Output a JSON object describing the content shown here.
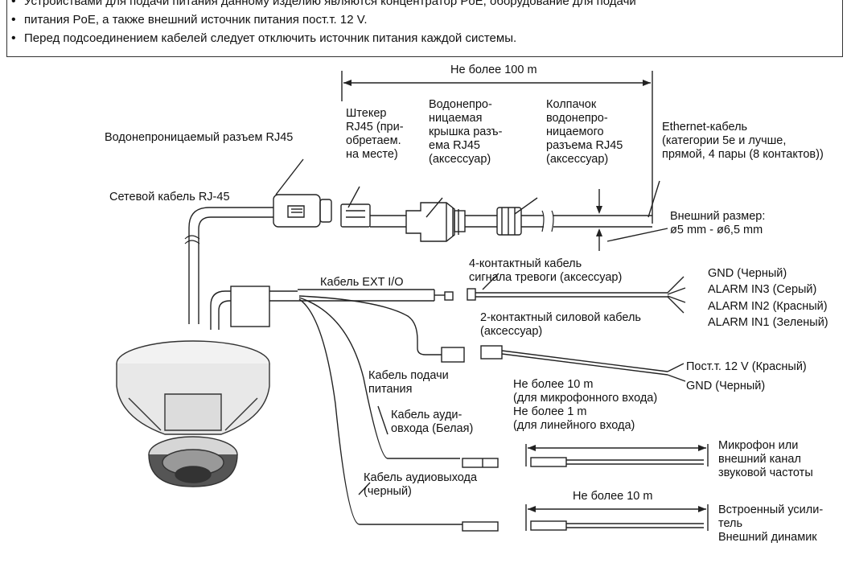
{
  "notes": {
    "line1": "Устройствами для подачи питания данному изделию являются концентратор PoE, оборудование для подачи",
    "line2": "питания PoE, а также внешний источник питания пост.т. 12 V.",
    "line3": "Перед подсоединением кабелей следует отключить источник питания каждой системы."
  },
  "labels": {
    "max100": "Не более 100 m",
    "rj45_conn": "Водонепроницаемый разъем RJ45",
    "net_cable": "Сетевой кабель RJ-45",
    "plug": "Штекер\nRJ45 (при-\nобретаем.\nна месте)",
    "cover": "Водонепро-\nницаемая\nкрышка разъ-\nема RJ45\n(аксессуар)",
    "cap": "Колпачок\nводонепро-\nницаемого\nразъема RJ45\n(аксессуар)",
    "ethernet": "Ethernet-кабель\n(категории 5e и лучше,\nпрямой, 4 пары (8 контактов))",
    "outer_size": "Внешний размер:\nø5 mm - ø6,5 mm",
    "alarm_cable": "4-контактный кабель\nсигнала тревоги (аксессуар)",
    "ext_io": "Кабель EXT I/O",
    "gnd_black": "GND (Черный)",
    "alarm_in3": "ALARM IN3 (Серый)",
    "alarm_in2": "ALARM IN2 (Красный)",
    "alarm_in1": "ALARM IN1 (Зеленый)",
    "power_cable2": "2-контактный силовой кабель\n(аксессуар)",
    "dc12_red": "Пост.т. 12 V (Красный)",
    "gnd_black2": "GND (Черный)",
    "power_cable": "Кабель подачи\nпитания",
    "max10_mic": "Не более 10 m\n(для микрофонного входа)\nНе более 1 m\n(для линейного входа)",
    "audio_in": "Кабель ауди-\nовхода (Белая)",
    "mic": "Микрофон или\nвнешний канал\nзвуковой частоты",
    "audio_out": "Кабель аудиовыхода\n(черный)",
    "max10": "Не более 10 m",
    "amp": "Встроенный усили-\nтель\nВнешний динамик"
  }
}
